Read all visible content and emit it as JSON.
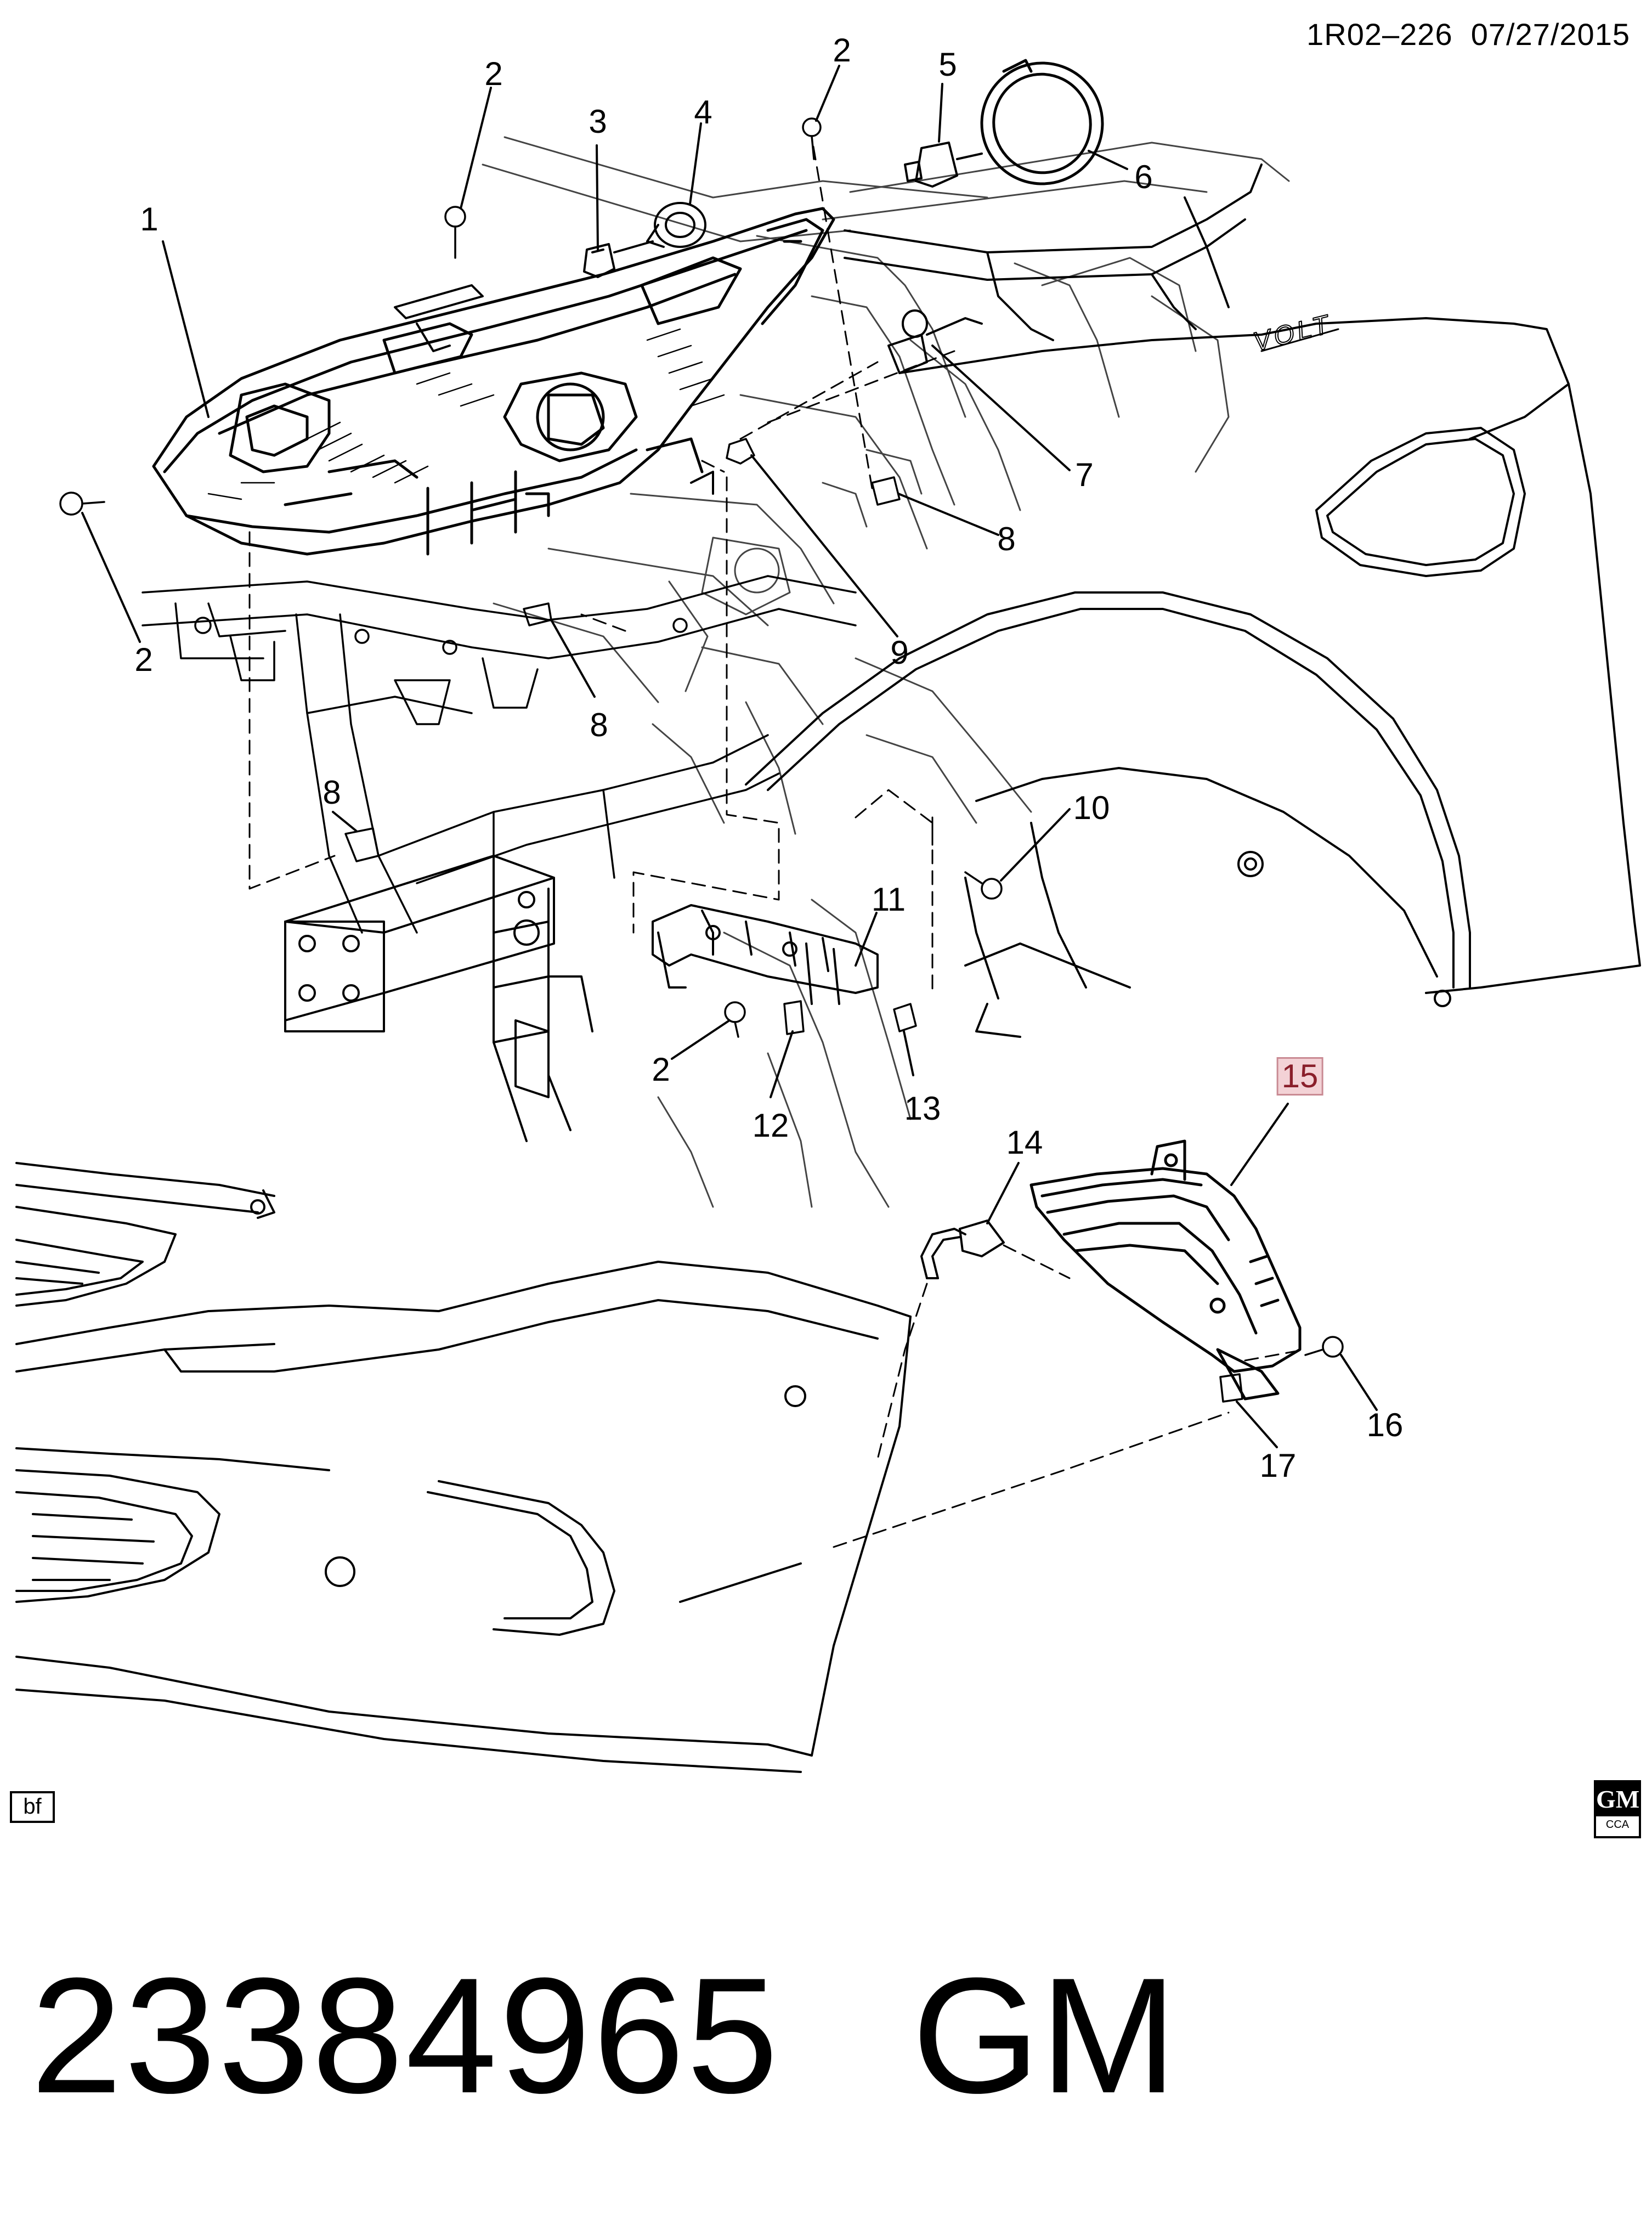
{
  "header": {
    "diagram_code": "1R02–226",
    "date": "07/27/2015"
  },
  "callouts": [
    {
      "id": "c1",
      "label": "1"
    },
    {
      "id": "c2a",
      "label": "2"
    },
    {
      "id": "c2b",
      "label": "2"
    },
    {
      "id": "c2c",
      "label": "2"
    },
    {
      "id": "c2d",
      "label": "2"
    },
    {
      "id": "c3",
      "label": "3"
    },
    {
      "id": "c4",
      "label": "4"
    },
    {
      "id": "c5",
      "label": "5"
    },
    {
      "id": "c6",
      "label": "6"
    },
    {
      "id": "c7",
      "label": "7"
    },
    {
      "id": "c8a",
      "label": "8"
    },
    {
      "id": "c8b",
      "label": "8"
    },
    {
      "id": "c8c",
      "label": "8"
    },
    {
      "id": "c9",
      "label": "9"
    },
    {
      "id": "c10",
      "label": "10"
    },
    {
      "id": "c11",
      "label": "11"
    },
    {
      "id": "c12",
      "label": "12"
    },
    {
      "id": "c13",
      "label": "13"
    },
    {
      "id": "c14",
      "label": "14"
    },
    {
      "id": "c15",
      "label": "15",
      "highlighted": true
    },
    {
      "id": "c16",
      "label": "16"
    },
    {
      "id": "c17",
      "label": "17"
    }
  ],
  "fender_badge": "VOLT",
  "corner_tag": "bf",
  "logo": {
    "top": "GM",
    "bottom": "CCA"
  },
  "footer": {
    "part_number": "23384965",
    "manufacturer": "GM"
  },
  "colors": {
    "line": "#000000",
    "highlight_bg": "#f3d2d6",
    "highlight_text": "#8a1f2b"
  }
}
